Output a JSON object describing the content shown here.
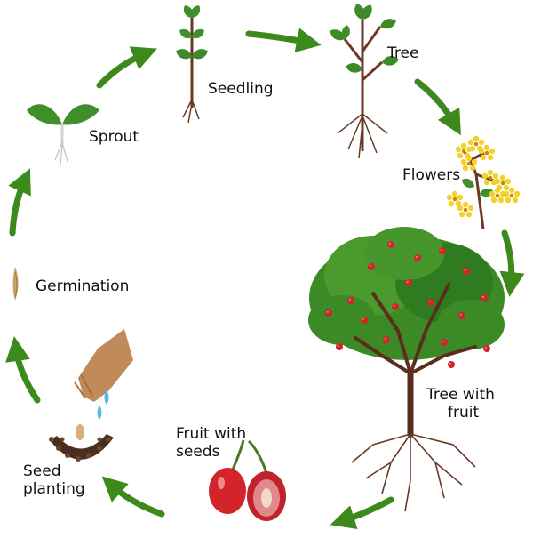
{
  "stages": {
    "seedling": "Seedling",
    "tree": "Tree",
    "flowers": "Flowers",
    "tree_with_fruit_line1": "Tree with",
    "tree_with_fruit_line2": "fruit",
    "fruit_with_seeds_line1": "Fruit with",
    "fruit_with_seeds_line2": "seeds",
    "seed_planting_line1": "Seed",
    "seed_planting_line2": "planting",
    "germination": "Germination",
    "sprout": "Sprout"
  },
  "colors": {
    "arrow": "#3d8a1c",
    "leaf": "#3f8f2a",
    "trunk": "#5a2e1a",
    "root": "#6b3a26",
    "flower": "#f2d22a",
    "fruit": "#d3232b",
    "hand": "#c08a5a",
    "water": "#5ab8e8",
    "soil": "#4a2e1f"
  }
}
